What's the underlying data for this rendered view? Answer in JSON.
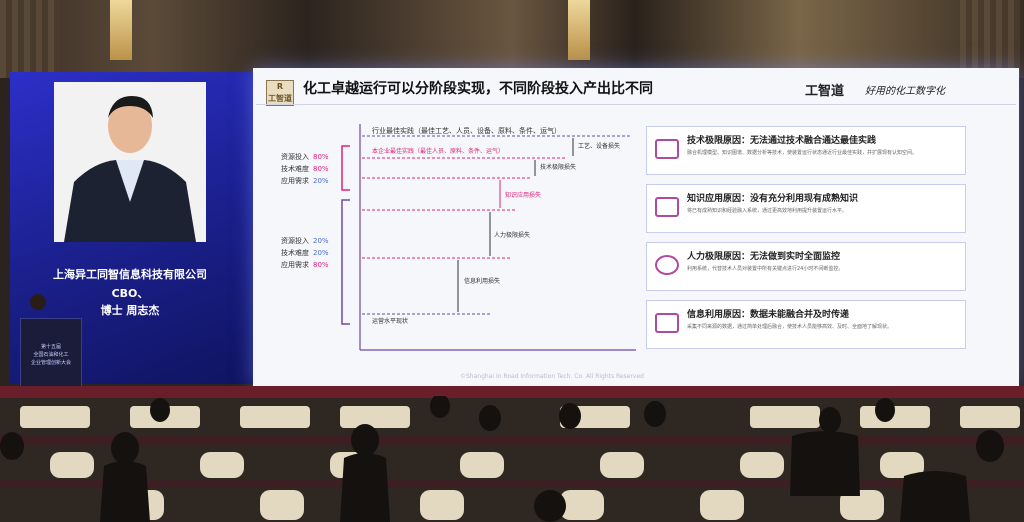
{
  "speaker": {
    "company": "上海异工同智信息科技有限公司",
    "role": "CBO、",
    "name_line": "博士 周志杰"
  },
  "podium_text": [
    "第十五届",
    "全国石油和化工",
    "企业管理创新大会"
  ],
  "slide": {
    "title": "化工卓越运行可以分阶段实现，不同阶段投入产出比不同",
    "logo": "工智道",
    "brand": "工智道",
    "slogan": "好用的化工数字化",
    "top_line": "行业最佳实践（最佳工艺、人员、设备、原料、条件、运气）",
    "company_line": "本企业最佳实践（最佳人员、原料、条件、运气）",
    "gap_label": "工艺、设备损失",
    "tech_gap": "技术极限损失",
    "knowledge_gap": "知识应用损失",
    "human_gap": "人力极限损失",
    "info_gap": "信息利用损失",
    "current_level": "运营水平现状",
    "group_top": [
      {
        "label": "资源投入",
        "value": "80%",
        "accent": true
      },
      {
        "label": "技术难度",
        "value": "80%",
        "accent": true
      },
      {
        "label": "应用需求",
        "value": "20%",
        "accent": false
      }
    ],
    "group_bottom": [
      {
        "label": "资源投入",
        "value": "20%",
        "accent": false
      },
      {
        "label": "技术难度",
        "value": "20%",
        "accent": false
      },
      {
        "label": "应用需求",
        "value": "80%",
        "accent": true
      }
    ],
    "cards": [
      {
        "title": "技术极限原因：无法通过技术融合通达最佳实践",
        "text": "融合机理模型、知识图谱、数据分析等技术，使装置运行状态通近行业最佳实践，并扩展现有认知空间。",
        "icon": "toolbox-icon"
      },
      {
        "title": "知识应用原因：没有充分利用现有成熟知识",
        "text": "将已有成熟知识和经验融入系统，通过更高效地利用提升装置运行水平。",
        "icon": "sofa-icon"
      },
      {
        "title": "人力极限原因：无法做到实时全面监控",
        "text": "利用系统，代替技术人员对装置中所有关键点进行24小时不间断监控。",
        "icon": "monitor-icon"
      },
      {
        "title": "信息利用原因：数据未能融合并及时传递",
        "text": "采集不同来源的数据，通过简单处理后融合，使技术人员能够高效、及时、全面地了解现状。",
        "icon": "chat-icon"
      }
    ],
    "footer": "©Shanghai In Road Information Tech. Co. All Rights Reserved"
  },
  "colors": {
    "accent": "#e0227a",
    "panel": "#1e24a0",
    "card_border": "#c9cdec"
  }
}
